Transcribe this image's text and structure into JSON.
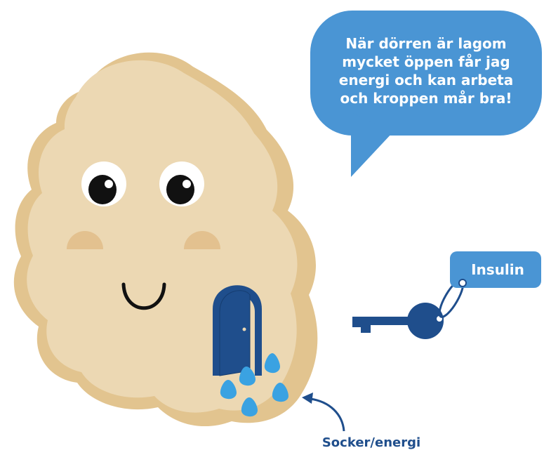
{
  "speech_bubble": {
    "lines": [
      "När dörren är lagom",
      "mycket öppen får jag",
      "energi och kan arbeta",
      "och kroppen mår bra!"
    ]
  },
  "key_tag": {
    "label": "Insulin"
  },
  "sugar_label": {
    "text": "Socker/energi"
  },
  "colors": {
    "cell_body": "#ecd8b3",
    "cell_shadow": "#e2c48f",
    "cheeks": "#e3c18f",
    "bubble_blue": "#4a95d4",
    "door_blue": "#1f4e8c",
    "key_blue": "#1f4e8c",
    "drop_blue": "#3aa2e2"
  },
  "icons": [
    "cell-character",
    "door-icon",
    "key-icon",
    "sugar-drop-icon",
    "arrow-icon"
  ]
}
